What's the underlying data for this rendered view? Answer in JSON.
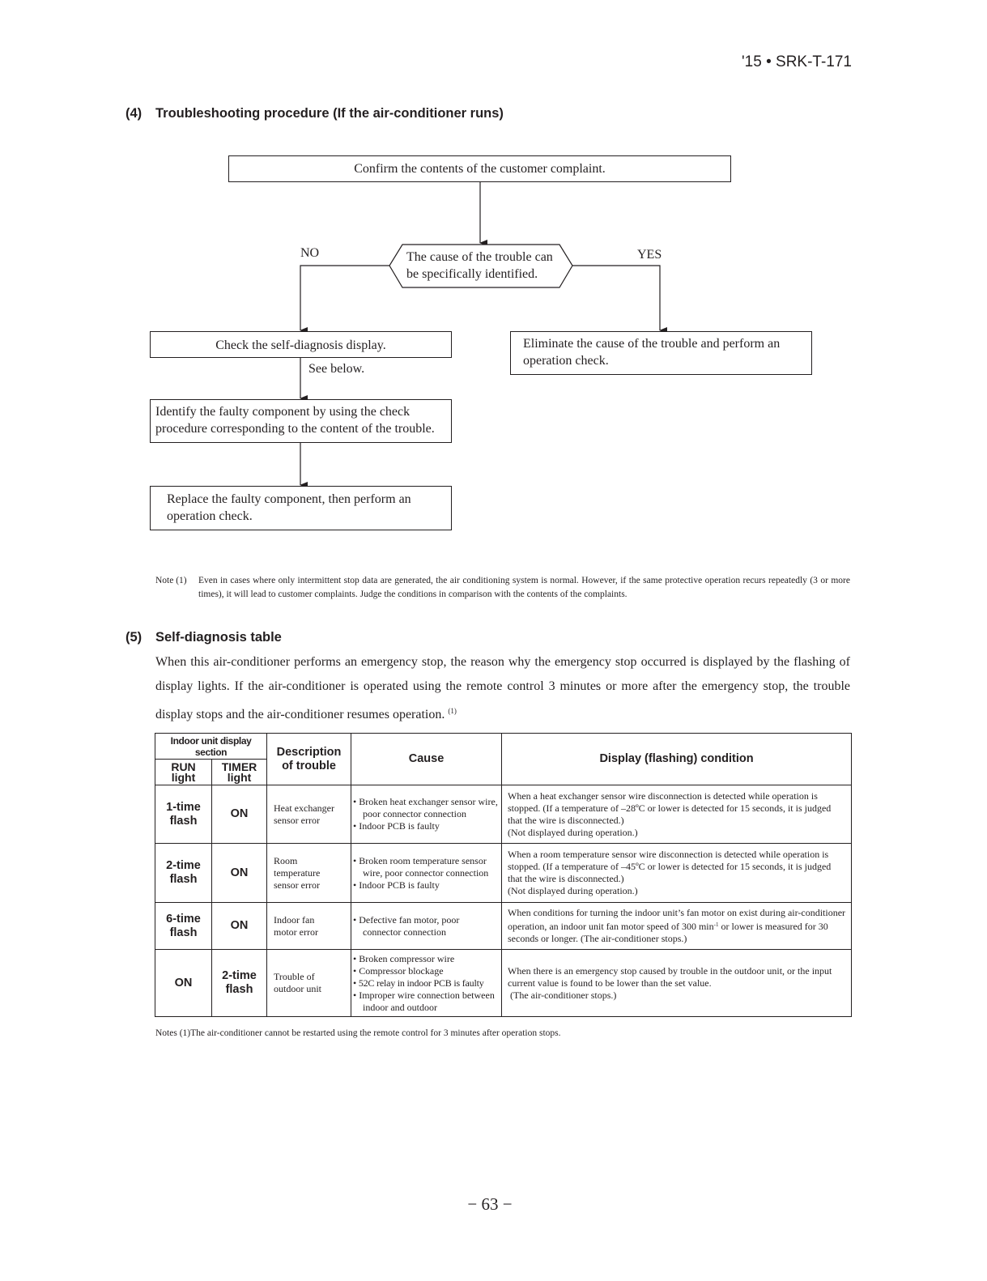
{
  "header": {
    "doc_id": "'15 • SRK-T-171"
  },
  "section4": {
    "num": "(4)",
    "title": "Troubleshooting procedure (If the air-conditioner runs)"
  },
  "flowchart": {
    "start": "Confirm the contents of the customer complaint.",
    "decision_line1": "The cause of the trouble can",
    "decision_line2": "be specifically identified.",
    "no_label": "NO",
    "yes_label": "YES",
    "check_display": "Check the self-diagnosis display.",
    "see_below": "See below.",
    "identify_line1": "Identify the faulty component by using the check",
    "identify_line2": "procedure corresponding to the content of the trouble.",
    "replace_line1": "Replace the faulty component, then perform an",
    "replace_line2": "operation check.",
    "eliminate_line1": "Eliminate the cause of the trouble and perform an",
    "eliminate_line2": "operation check."
  },
  "note1": {
    "label": "Note (1)",
    "text": "Even in cases where only intermittent stop data are generated, the air conditioning system is normal. However, if the same protective operation recurs repeatedly (3 or more times), it will lead to customer complaints. Judge the conditions in comparison with the contents of the complaints."
  },
  "section5": {
    "num": "(5)",
    "title": "Self-diagnosis table",
    "intro": "When this air-conditioner performs an emergency stop, the reason why the emergency stop occurred is displayed by the flashing of display lights. If the air-conditioner is operated using the remote control 3 minutes or more after the emergency stop, the trouble display stops and the air-conditioner resumes operation.",
    "intro_ref": "(1)"
  },
  "table": {
    "group_header": "Indoor unit display section",
    "col_run": [
      "RUN",
      "light"
    ],
    "col_timer": [
      "TIMER",
      "light"
    ],
    "col_desc": [
      "Description",
      "of trouble"
    ],
    "col_cause": "Cause",
    "col_display": "Display (flashing) condition",
    "rows": [
      {
        "run": [
          "1-time",
          "flash"
        ],
        "timer": [
          "ON"
        ],
        "desc": [
          "Heat exchanger",
          "sensor error"
        ],
        "cause": [
          "• Broken heat exchanger sensor wire, poor connector connection",
          "• Indoor PCB is faulty"
        ],
        "display": [
          "When a heat exchanger sensor wire disconnection is detected while operation is stopped. (If a temperature of –28ºC or lower is detected for 15 seconds, it is judged that the wire is disconnected.)",
          "(Not displayed during operation.)"
        ]
      },
      {
        "run": [
          "2-time",
          "flash"
        ],
        "timer": [
          "ON"
        ],
        "desc": [
          "Room",
          "temperature",
          "sensor error"
        ],
        "cause": [
          "• Broken room temperature sensor wire, poor connector connection",
          "• Indoor PCB is faulty"
        ],
        "display": [
          "When a room temperature sensor wire disconnection is detected while operation is stopped. (If a temperature of –45ºC or lower is detected for 15 seconds, it is judged that the wire is disconnected.)",
          "(Not displayed during operation.)"
        ]
      },
      {
        "run": [
          "6-time",
          "flash"
        ],
        "timer": [
          "ON"
        ],
        "desc": [
          "Indoor fan",
          "motor error"
        ],
        "cause": [
          "• Defective fan motor, poor connector connection"
        ],
        "display_a": "When conditions for turning the indoor unit’s fan motor on exist during air-conditioner operation, an indoor unit fan motor speed of 300 min",
        "display_sup": "-1",
        "display_b": " or lower is measured for 30 seconds or longer. (The air-conditioner stops.)"
      },
      {
        "run": [
          "ON"
        ],
        "timer": [
          "2-time",
          "flash"
        ],
        "desc": [
          "Trouble of",
          "outdoor unit"
        ],
        "cause": [
          "• Broken compressor wire",
          "• Compressor blockage",
          "• 52C relay in indoor PCB is faulty",
          "• Improper wire connection between indoor and outdoor"
        ],
        "display": [
          "When there is an emergency stop caused by trouble in the outdoor unit, or the input current value is found to be lower than the set value.",
          " (The air-conditioner stops.)"
        ]
      }
    ]
  },
  "notes2": "Notes  (1)The air-conditioner cannot be restarted using the remote control for 3 minutes after operation stops.",
  "footer": {
    "page": "− 63 −"
  }
}
